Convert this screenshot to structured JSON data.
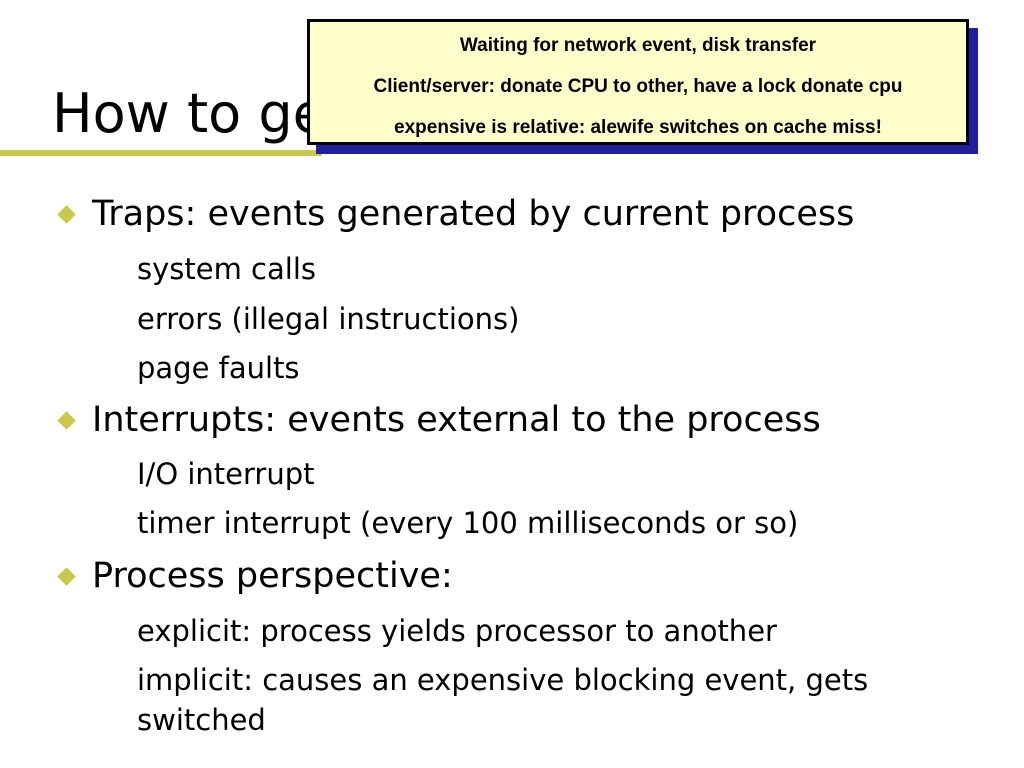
{
  "slide": {
    "title": "How to ge",
    "accent_color": "#c8c84a",
    "callout": {
      "background": "#ffffcc",
      "lines": [
        "Waiting for network event, disk transfer",
        "Client/server: donate CPU to other, have a lock donate cpu",
        "expensive is relative: alewife switches on cache miss!"
      ]
    },
    "bullets": [
      {
        "text": "Traps: events generated by current process",
        "subs": [
          "system calls",
          "errors (illegal instructions)",
          "page faults"
        ]
      },
      {
        "text": "Interrupts:  events external to the process",
        "subs": [
          "I/O interrupt",
          "timer interrupt (every 100 milliseconds or so)"
        ]
      },
      {
        "text": "Process perspective:",
        "subs": [
          "explicit: process yields processor to another",
          "implicit: causes an expensive blocking event, gets",
          "switched"
        ]
      }
    ]
  }
}
